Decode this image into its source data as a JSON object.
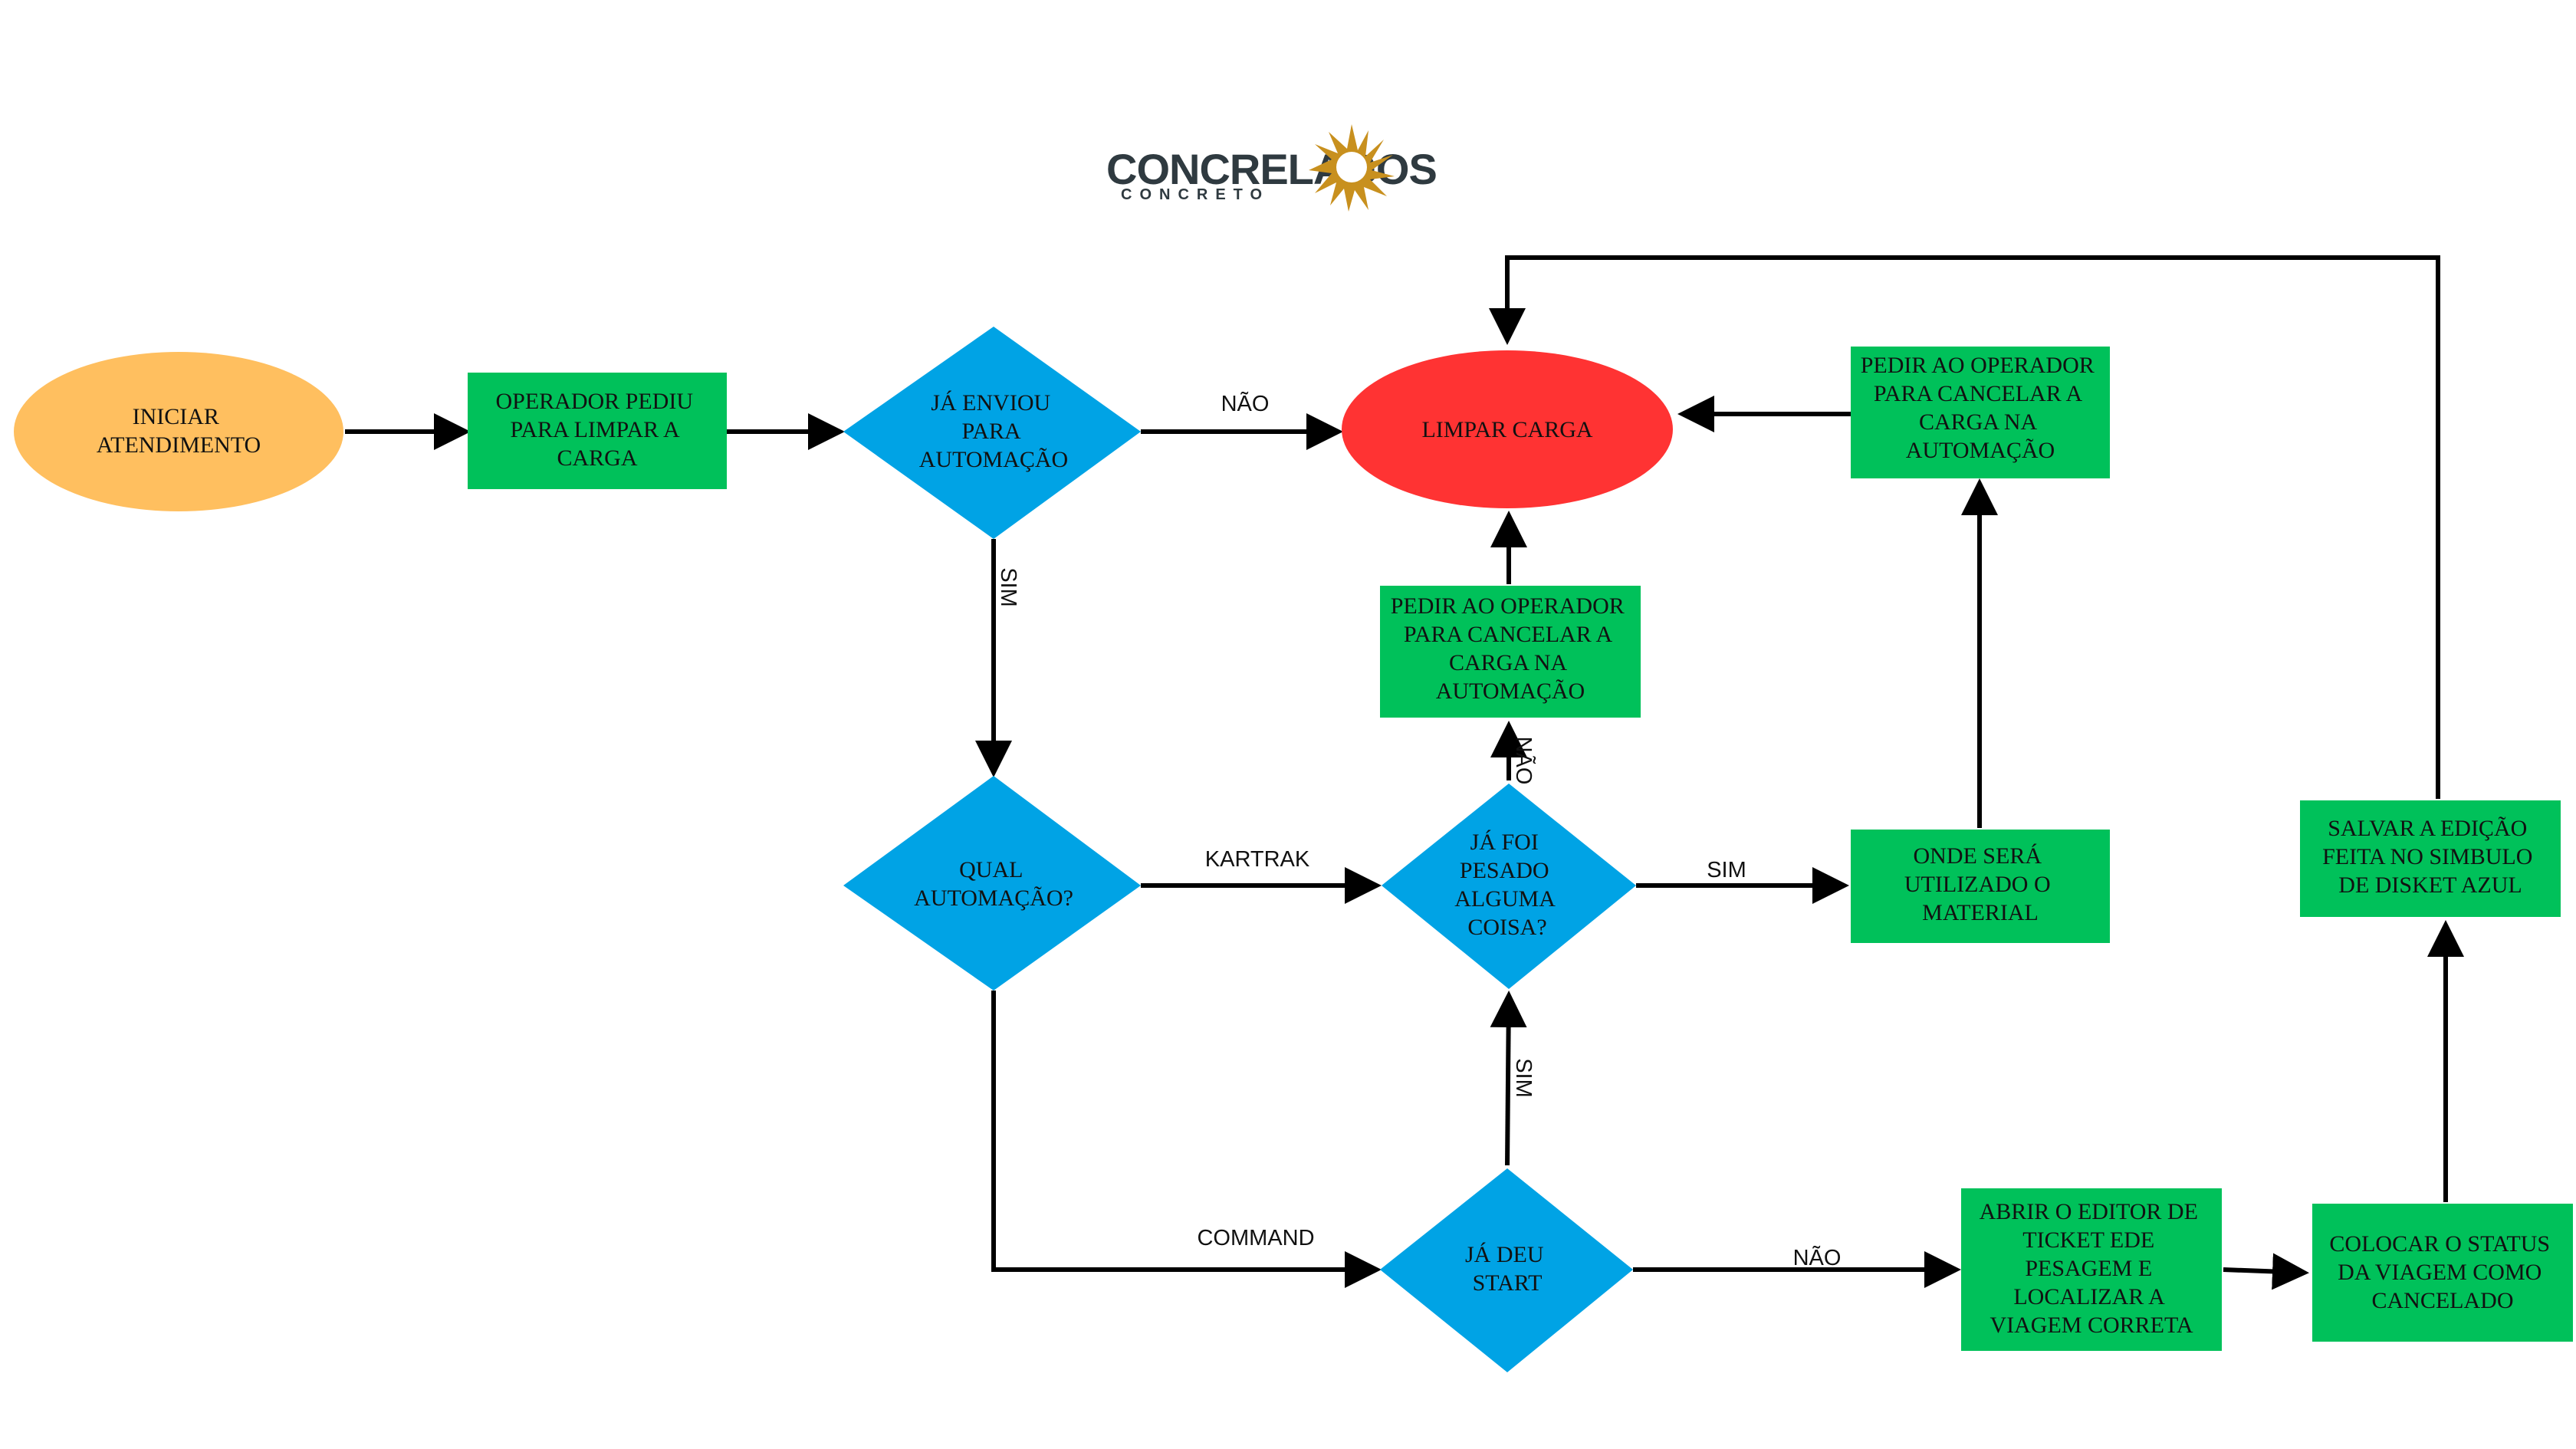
{
  "logo": {
    "brand": "CONCRELAGOS",
    "tagline": "CONCRETO",
    "sun_color": "#c8901e",
    "text_color": "#2f3a40"
  },
  "colors": {
    "terminal_start": "#ffbf5f",
    "terminal_end": "#ff3333",
    "process": "#00c15a",
    "decision": "#00a3e5",
    "edge": "#000000"
  },
  "nodes": {
    "start": [
      "INICIAR",
      "ATENDIMENTO"
    ],
    "operator_asked": [
      "OPERADOR PEDIU",
      "PARA LIMPAR A",
      "CARGA"
    ],
    "already_sent": [
      "JÁ ENVIOU",
      "PARA",
      "AUTOMAÇÃO"
    ],
    "clear_load": [
      "LIMPAR CARGA"
    ],
    "ask_cancel_top": [
      "PEDIR AO OPERADOR",
      "PARA CANCELAR A",
      "CARGA NA",
      "AUTOMAÇÃO"
    ],
    "ask_cancel_mid": [
      "PEDIR AO OPERADOR",
      "PARA CANCELAR A",
      "CARGA NA",
      "AUTOMAÇÃO"
    ],
    "which_automation": [
      "QUAL",
      "AUTOMAÇÃO?"
    ],
    "weighed": [
      "JÁ FOI",
      "PESADO",
      "ALGUMA",
      "COISA?"
    ],
    "where_used": [
      "ONDE SERÁ",
      "UTILIZADO O",
      "MATERIAL"
    ],
    "save_edit": [
      "SALVAR A EDIÇÃO",
      "FEITA NO SIMBULO",
      "DE DISKET AZUL"
    ],
    "started": [
      "JÁ DEU",
      "START"
    ],
    "open_editor": [
      "ABRIR O EDITOR DE",
      "TICKET EDE",
      "PESAGEM E",
      "LOCALIZAR A",
      "VIAGEM CORRETA"
    ],
    "set_cancelled": [
      "COLOCAR O STATUS",
      "DA VIAGEM COMO",
      "CANCELADO"
    ]
  },
  "edge_labels": {
    "nao_sent": "NÃO",
    "sim_sent": "SIM",
    "kartrak": "KARTRAK",
    "command": "COMMAND",
    "sim_weighed": "SIM",
    "nao_weighed": "NÃO",
    "sim_started": "SIM",
    "nao_started": "NÃO"
  }
}
